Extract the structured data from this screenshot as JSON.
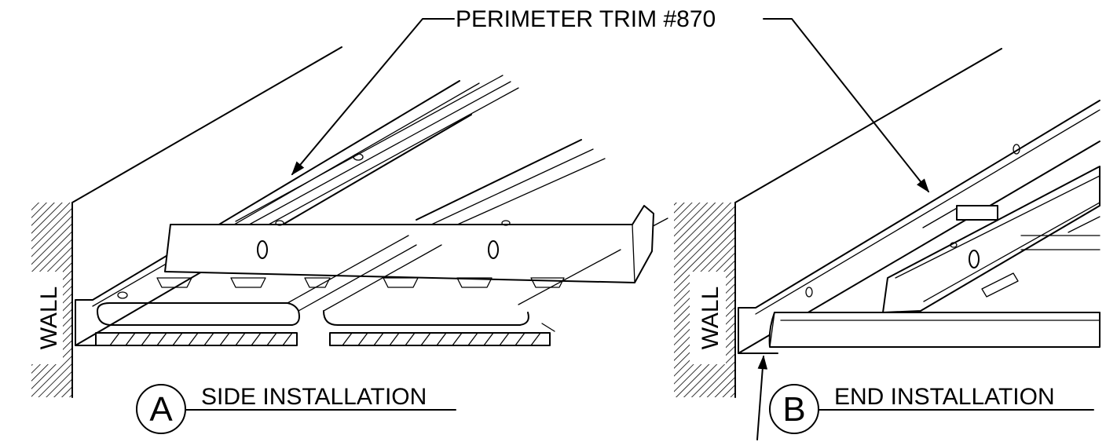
{
  "callout": {
    "label": "PERIMETER TRIM #870"
  },
  "detail_a": {
    "letter": "A",
    "caption": "SIDE INSTALLATION",
    "wall_label": "WALL"
  },
  "detail_b": {
    "letter": "B",
    "caption": "END INSTALLATION",
    "wall_label": "WALL"
  }
}
